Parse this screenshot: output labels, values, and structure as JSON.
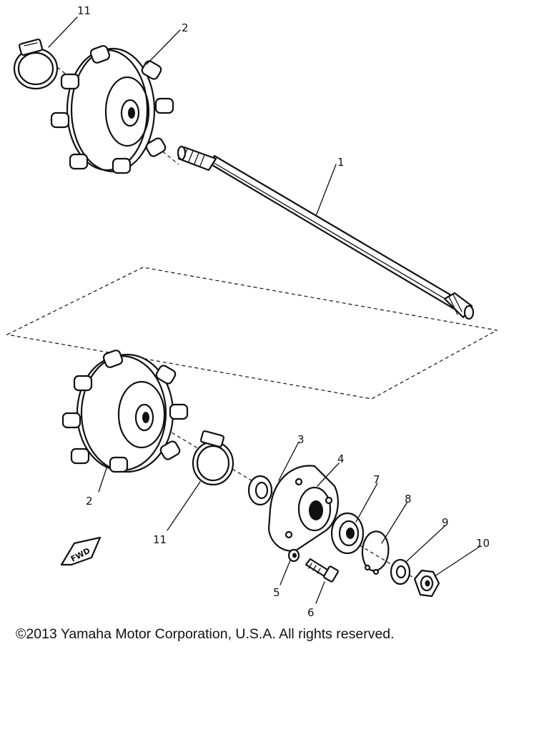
{
  "callouts": {
    "c1": "1",
    "c2_top": "2",
    "c2_bottom": "2",
    "c3": "3",
    "c4": "4",
    "c5": "5",
    "c6": "6",
    "c7": "7",
    "c8": "8",
    "c9": "9",
    "c10": "10",
    "c11_top": "11",
    "c11_bottom": "11"
  },
  "direction_badge": "FWD",
  "copyright": "©2013 Yamaha Motor Corporation, U.S.A. All rights reserved."
}
